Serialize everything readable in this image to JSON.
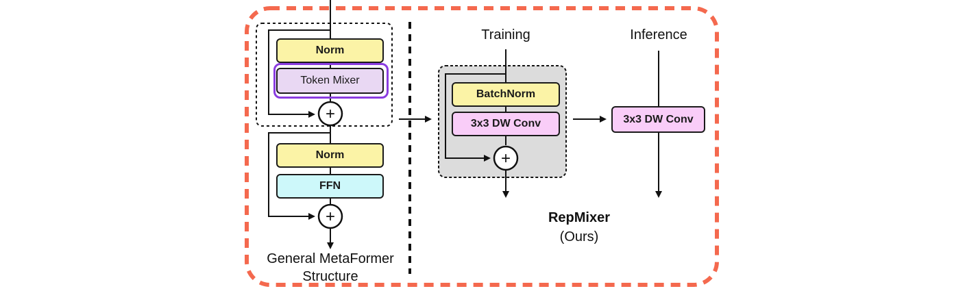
{
  "colors": {
    "outer_border": "#f4694e",
    "token_mixer_highlight": "#8a3ce0",
    "norm_fill": "#fbf3a6",
    "token_mixer_fill": "#e9d8f3",
    "conv_fill": "#f9cdf8",
    "ffn_fill": "#cdf8fa",
    "training_bg": "#dcdcdc"
  },
  "metaformer": {
    "blocks": {
      "norm1": "Norm",
      "token_mixer": "Token Mixer",
      "norm2": "Norm",
      "ffn": "FFN"
    },
    "caption_line1": "General MetaFormer",
    "caption_line2": "Structure",
    "add_symbol": "+"
  },
  "training": {
    "title": "Training",
    "blocks": {
      "batchnorm": "BatchNorm",
      "conv": "3x3 DW Conv"
    },
    "add_symbol": "+"
  },
  "inference": {
    "title": "Inference",
    "conv": "3x3 DW Conv"
  },
  "repmixer": {
    "title": "RepMixer",
    "subtitle": "(Ours)"
  }
}
